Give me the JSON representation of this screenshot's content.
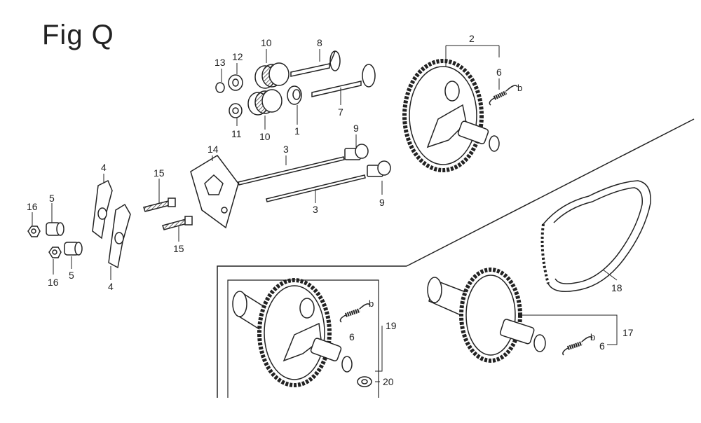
{
  "figure": {
    "title": "Fig Q"
  },
  "callouts": {
    "n1": "1",
    "n2": "2",
    "n3a": "3",
    "n3b": "3",
    "n4a": "4",
    "n4b": "4",
    "n5a": "5",
    "n5b": "5",
    "n6a": "6",
    "n6b": "6",
    "n6c": "6",
    "n7": "7",
    "n8": "8",
    "n9a": "9",
    "n9b": "9",
    "n10a": "10",
    "n10b": "10",
    "n11": "11",
    "n12": "12",
    "n13": "13",
    "n14": "14",
    "n15a": "15",
    "n15b": "15",
    "n16a": "16",
    "n16b": "16",
    "n17": "17",
    "n18": "18",
    "n19": "19",
    "n20": "20",
    "b1": "b",
    "b2": "b",
    "b3": "b"
  },
  "colors": {
    "ink": "#222222",
    "background": "#ffffff"
  }
}
